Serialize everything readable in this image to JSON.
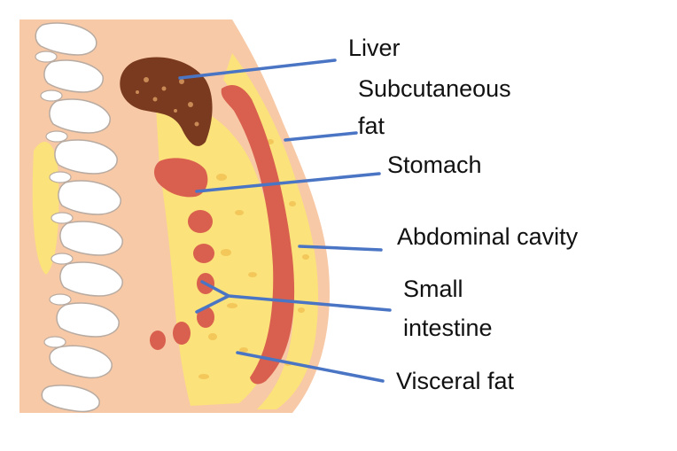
{
  "labels": {
    "liver": "Liver",
    "subcutaneous_1": "Subcutaneous",
    "subcutaneous_2": "fat",
    "stomach": "Stomach",
    "abdominal_cavity": "Abdominal cavity",
    "small_intestine_1": "Small",
    "small_intestine_2": "intestine",
    "visceral_fat": "Visceral fat"
  },
  "colors": {
    "skin": "#f7c9a6",
    "fat": "#fbe27a",
    "fat_spots": "#f3c75a",
    "liver": "#7a3a1f",
    "organ": "#d9604e",
    "bone": "#ffffff",
    "bone_outline": "#b8aba2",
    "leader_line": "#4a74c4"
  }
}
